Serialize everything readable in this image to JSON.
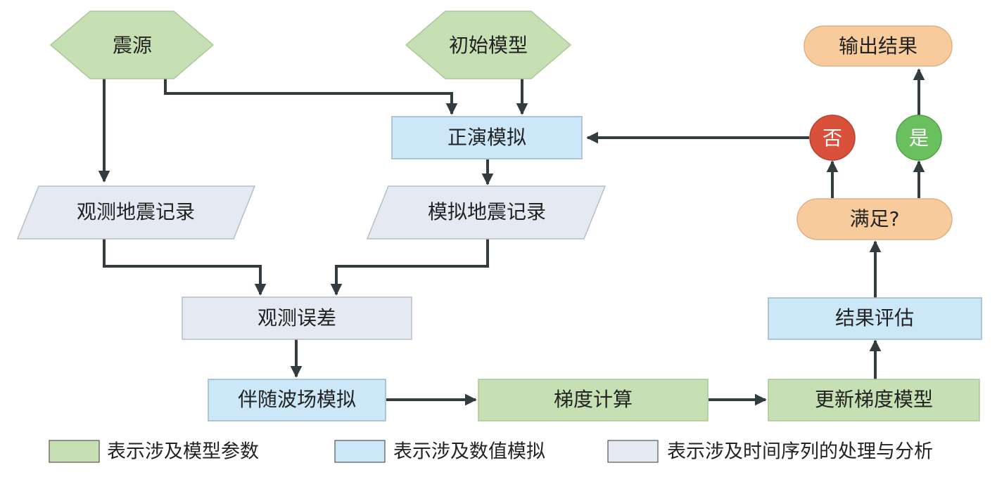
{
  "nodes": {
    "source": "震源",
    "initial_model": "初始模型",
    "forward_modeling": "正演模拟",
    "observed_record": "观测地震记录",
    "simulated_record": "模拟地震记录",
    "observation_error": "观测误差",
    "adjoint_simulation": "伴随波场模拟",
    "gradient_calc": "梯度计算",
    "update_model": "更新梯度模型",
    "result_eval": "结果评估",
    "satisfied": "满足?",
    "no": "否",
    "yes": "是",
    "output": "输出结果"
  },
  "legend": {
    "green": "表示涉及模型参数",
    "blue": "表示涉及数值模拟",
    "gray": "表示涉及时间序列的处理与分析"
  },
  "colors": {
    "green_fill": "#c6e0b4",
    "blue_fill": "#cce8f8",
    "gray_fill": "#e5eaf2",
    "orange_fill": "#f8cb9c",
    "no_fill": "#d9503b",
    "yes_fill": "#6abf5e",
    "arrow": "#333c3e"
  }
}
